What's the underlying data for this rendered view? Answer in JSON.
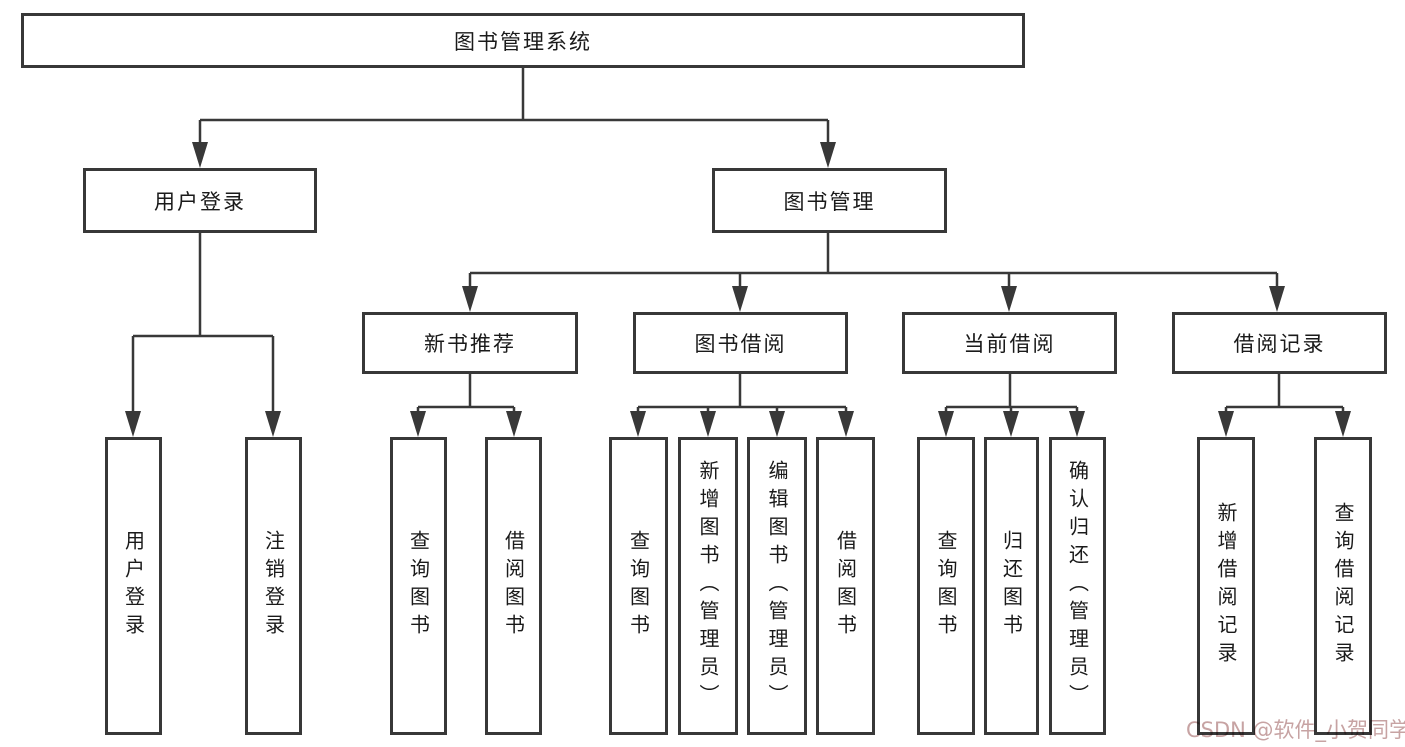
{
  "colors": {
    "line": "#383838",
    "text": "#1a1a1a",
    "background": "#ffffff",
    "watermark": "#c7a3a3"
  },
  "watermark": {
    "text": "CSDN @软件_小贺同学"
  },
  "nodes": {
    "root": {
      "label": "图书管理系统"
    },
    "user_login": {
      "label": "用户登录"
    },
    "book_mgmt": {
      "label": "图书管理"
    },
    "login": {
      "label": "用户登录"
    },
    "logout": {
      "label": "注销登录"
    },
    "new_book": {
      "label": "新书推荐"
    },
    "book_borrow": {
      "label": "图书借阅"
    },
    "current_borrow": {
      "label": "当前借阅"
    },
    "borrow_record": {
      "label": "借阅记录"
    },
    "nb_query": {
      "label": "查询图书"
    },
    "nb_borrow": {
      "label": "借阅图书"
    },
    "bb_query": {
      "label": "查询图书"
    },
    "bb_add": {
      "label": "新增图书（管理员）"
    },
    "bb_edit": {
      "label": "编辑图书（管理员）"
    },
    "bb_borrow": {
      "label": "借阅图书"
    },
    "cb_query": {
      "label": "查询图书"
    },
    "cb_return": {
      "label": "归还图书"
    },
    "cb_confirm": {
      "label": "确认归还（管理员）"
    },
    "br_add": {
      "label": "新增借阅记录"
    },
    "br_query": {
      "label": "查询借阅记录"
    }
  }
}
